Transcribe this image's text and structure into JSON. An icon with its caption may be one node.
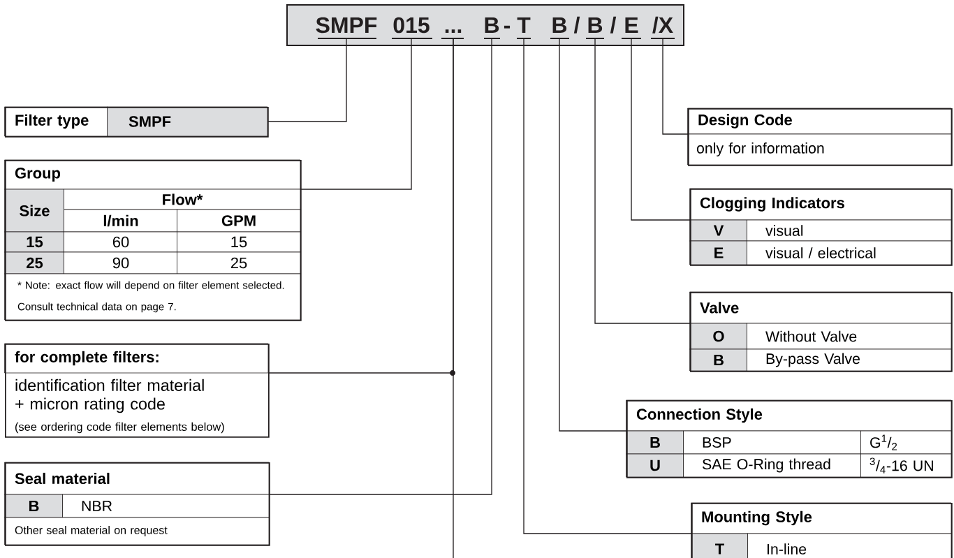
{
  "diagram": {
    "nodes": [
      {
        "text": [],
        "shape": "box"
      },
      {
        "text": [
          "SMPF"
        ],
        "in": 0
      },
      {
        "text": [
          "015"
        ],
        "in": 0
      },
      {
        "text": [
          "..."
        ],
        "in": 0
      },
      {
        "text": [
          "B"
        ],
        "in": 0
      },
      {
        "text": [
          "T"
        ],
        "in": 0
      },
      {
        "text": [
          "B"
        ],
        "in": 0
      },
      {
        "text": [
          "B"
        ],
        "in": 0
      },
      {
        "text": [
          "E"
        ],
        "in": 0
      },
      {
        "text": [
          "/X"
        ],
        "in": 0
      },
      {
        "text": [
          "Filter type",
          "SMPF"
        ]
      },
      {
        "text": [
          "Group",
          "Size",
          "Flow*",
          "l/min",
          "GPM",
          "15",
          "60",
          "15",
          "25",
          "90",
          "25",
          "* Note: exact flow will depend on filter element selected. Consult technical data on page 7."
        ]
      },
      {
        "text": [
          "for complete filters:",
          "identification filter material + micron rating code",
          "(see ordering code filter elements below)"
        ]
      },
      {
        "text": [
          "Seal material",
          "B",
          "NBR",
          "Other seal material on request"
        ]
      },
      {
        "text": [
          "Design Code",
          "only for information"
        ]
      },
      {
        "text": [
          "Clogging Indicators",
          "V",
          "visual",
          "E",
          "visual / electrical"
        ]
      },
      {
        "text": [
          "Valve",
          "O",
          "Without Valve",
          "B",
          "By-pass Valve"
        ]
      },
      {
        "text": [
          "Connection Style",
          "B",
          "BSP",
          "G$^{1}$/$_{2}$",
          "U",
          "SAE O-Ring thread",
          "$^{3}$/$_{4}$-16 UN"
        ]
      },
      {
        "text": [
          "Mounting Style",
          "T",
          "In-line"
        ]
      }
    ],
    "edges": [
      {
        "from": 1,
        "to": 10,
        "arrow": "none"
      },
      {
        "from": 2,
        "to": 11,
        "arrow": "none"
      },
      {
        "from": 3,
        "to": 12,
        "arrow": "none"
      },
      {
        "from": 3,
        "to": null,
        "arrow": "none"
      },
      {
        "from": 4,
        "to": 13,
        "arrow": "none"
      },
      {
        "from": 5,
        "to": 18,
        "arrow": "none"
      },
      {
        "from": 6,
        "to": 17,
        "arrow": "none"
      },
      {
        "from": 7,
        "to": 16,
        "arrow": "none"
      },
      {
        "from": 8,
        "to": 15,
        "arrow": "none"
      },
      {
        "from": 9,
        "to": 14,
        "arrow": "none"
      }
    ],
    "labels": [
      "-",
      "/",
      "/"
    ]
  }
}
